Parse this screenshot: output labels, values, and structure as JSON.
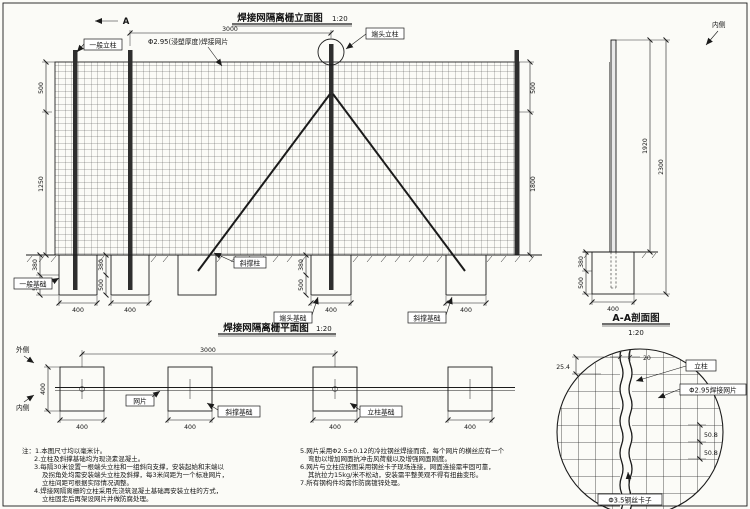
{
  "colors": {
    "line": "#1b1b1b",
    "background": "#fbfbf7"
  },
  "elevation": {
    "title": "焊接网隔离栅立面图",
    "scale": "1:20",
    "section_mark": "A",
    "labels": {
      "general_post": "一般立柱",
      "mesh": "Φ2.95(浸塑厚度)焊接网片",
      "end_post": "端头立柱",
      "brace": "斜撑柱",
      "general_foundation": "一般基础",
      "end_foundation": "端头基础",
      "brace_foundation": "斜撑基础"
    },
    "dims": {
      "span": "3000",
      "upper": "500",
      "mesh_lower": "1250",
      "found_upper": "380",
      "found_lower": "500",
      "right_upper": "500",
      "right_mesh": "1800",
      "found_width": "400"
    }
  },
  "section": {
    "title": "A-A剖面图",
    "scale": "1:20",
    "side": "内侧",
    "dims": {
      "post_height": "1920",
      "total_height": "2300",
      "found_upper": "380",
      "found_lower": "500",
      "found_width": "400"
    }
  },
  "plan": {
    "title": "焊接网隔离栅平面图",
    "scale": "1:20",
    "outer": "外侧",
    "inner": "内侧",
    "labels": {
      "mesh": "网片",
      "brace_foundation": "斜撑基础",
      "post_foundation": "立柱基础"
    },
    "dims": {
      "span": "3000",
      "found_width": "400",
      "found_depth": "400"
    }
  },
  "detail": {
    "labels": {
      "post": "立柱",
      "mesh": "Φ2.95焊接网片",
      "clip": "Φ3.5钢丝卡子"
    },
    "dims": {
      "post_width": "20",
      "half_pitch": "25.4",
      "pitch_a": "50.8",
      "pitch_b": "50.8"
    }
  },
  "notes": {
    "left": [
      "注：1.本图尺寸均以毫米计。",
      "2.立柱及斜撑基础均为现浇素混凝土。",
      "3.每隔30米设置一根端头立柱和一组斜向支撑，安装起始和末端以",
      "及拐角处均需安装端头立柱及斜撑，每3米间距为一个标准网片，",
      "立柱间距可根据实际情况调整。",
      "4.焊接网隔离栅的立柱采用先浇筑混凝土基础再安装立柱的方式，",
      "立柱固定后再架设网片并做防腐处理。"
    ],
    "right": [
      "5.网片采用Φ2.5±0.12的冷拉钢丝焊接而成，每个网片的横丝应有一个",
      "弯肋以增加网面抗冲击风荷载以及增强网面刚度。",
      "6.网片与立柱应按图采用钢丝卡子现场连接，网面连接需牢固可靠，",
      "其抗拉力15kg/米不松动，安装需平整美观不得有扭曲变形。",
      "7.所有钢构件均需作防腐镀锌处理。"
    ]
  }
}
